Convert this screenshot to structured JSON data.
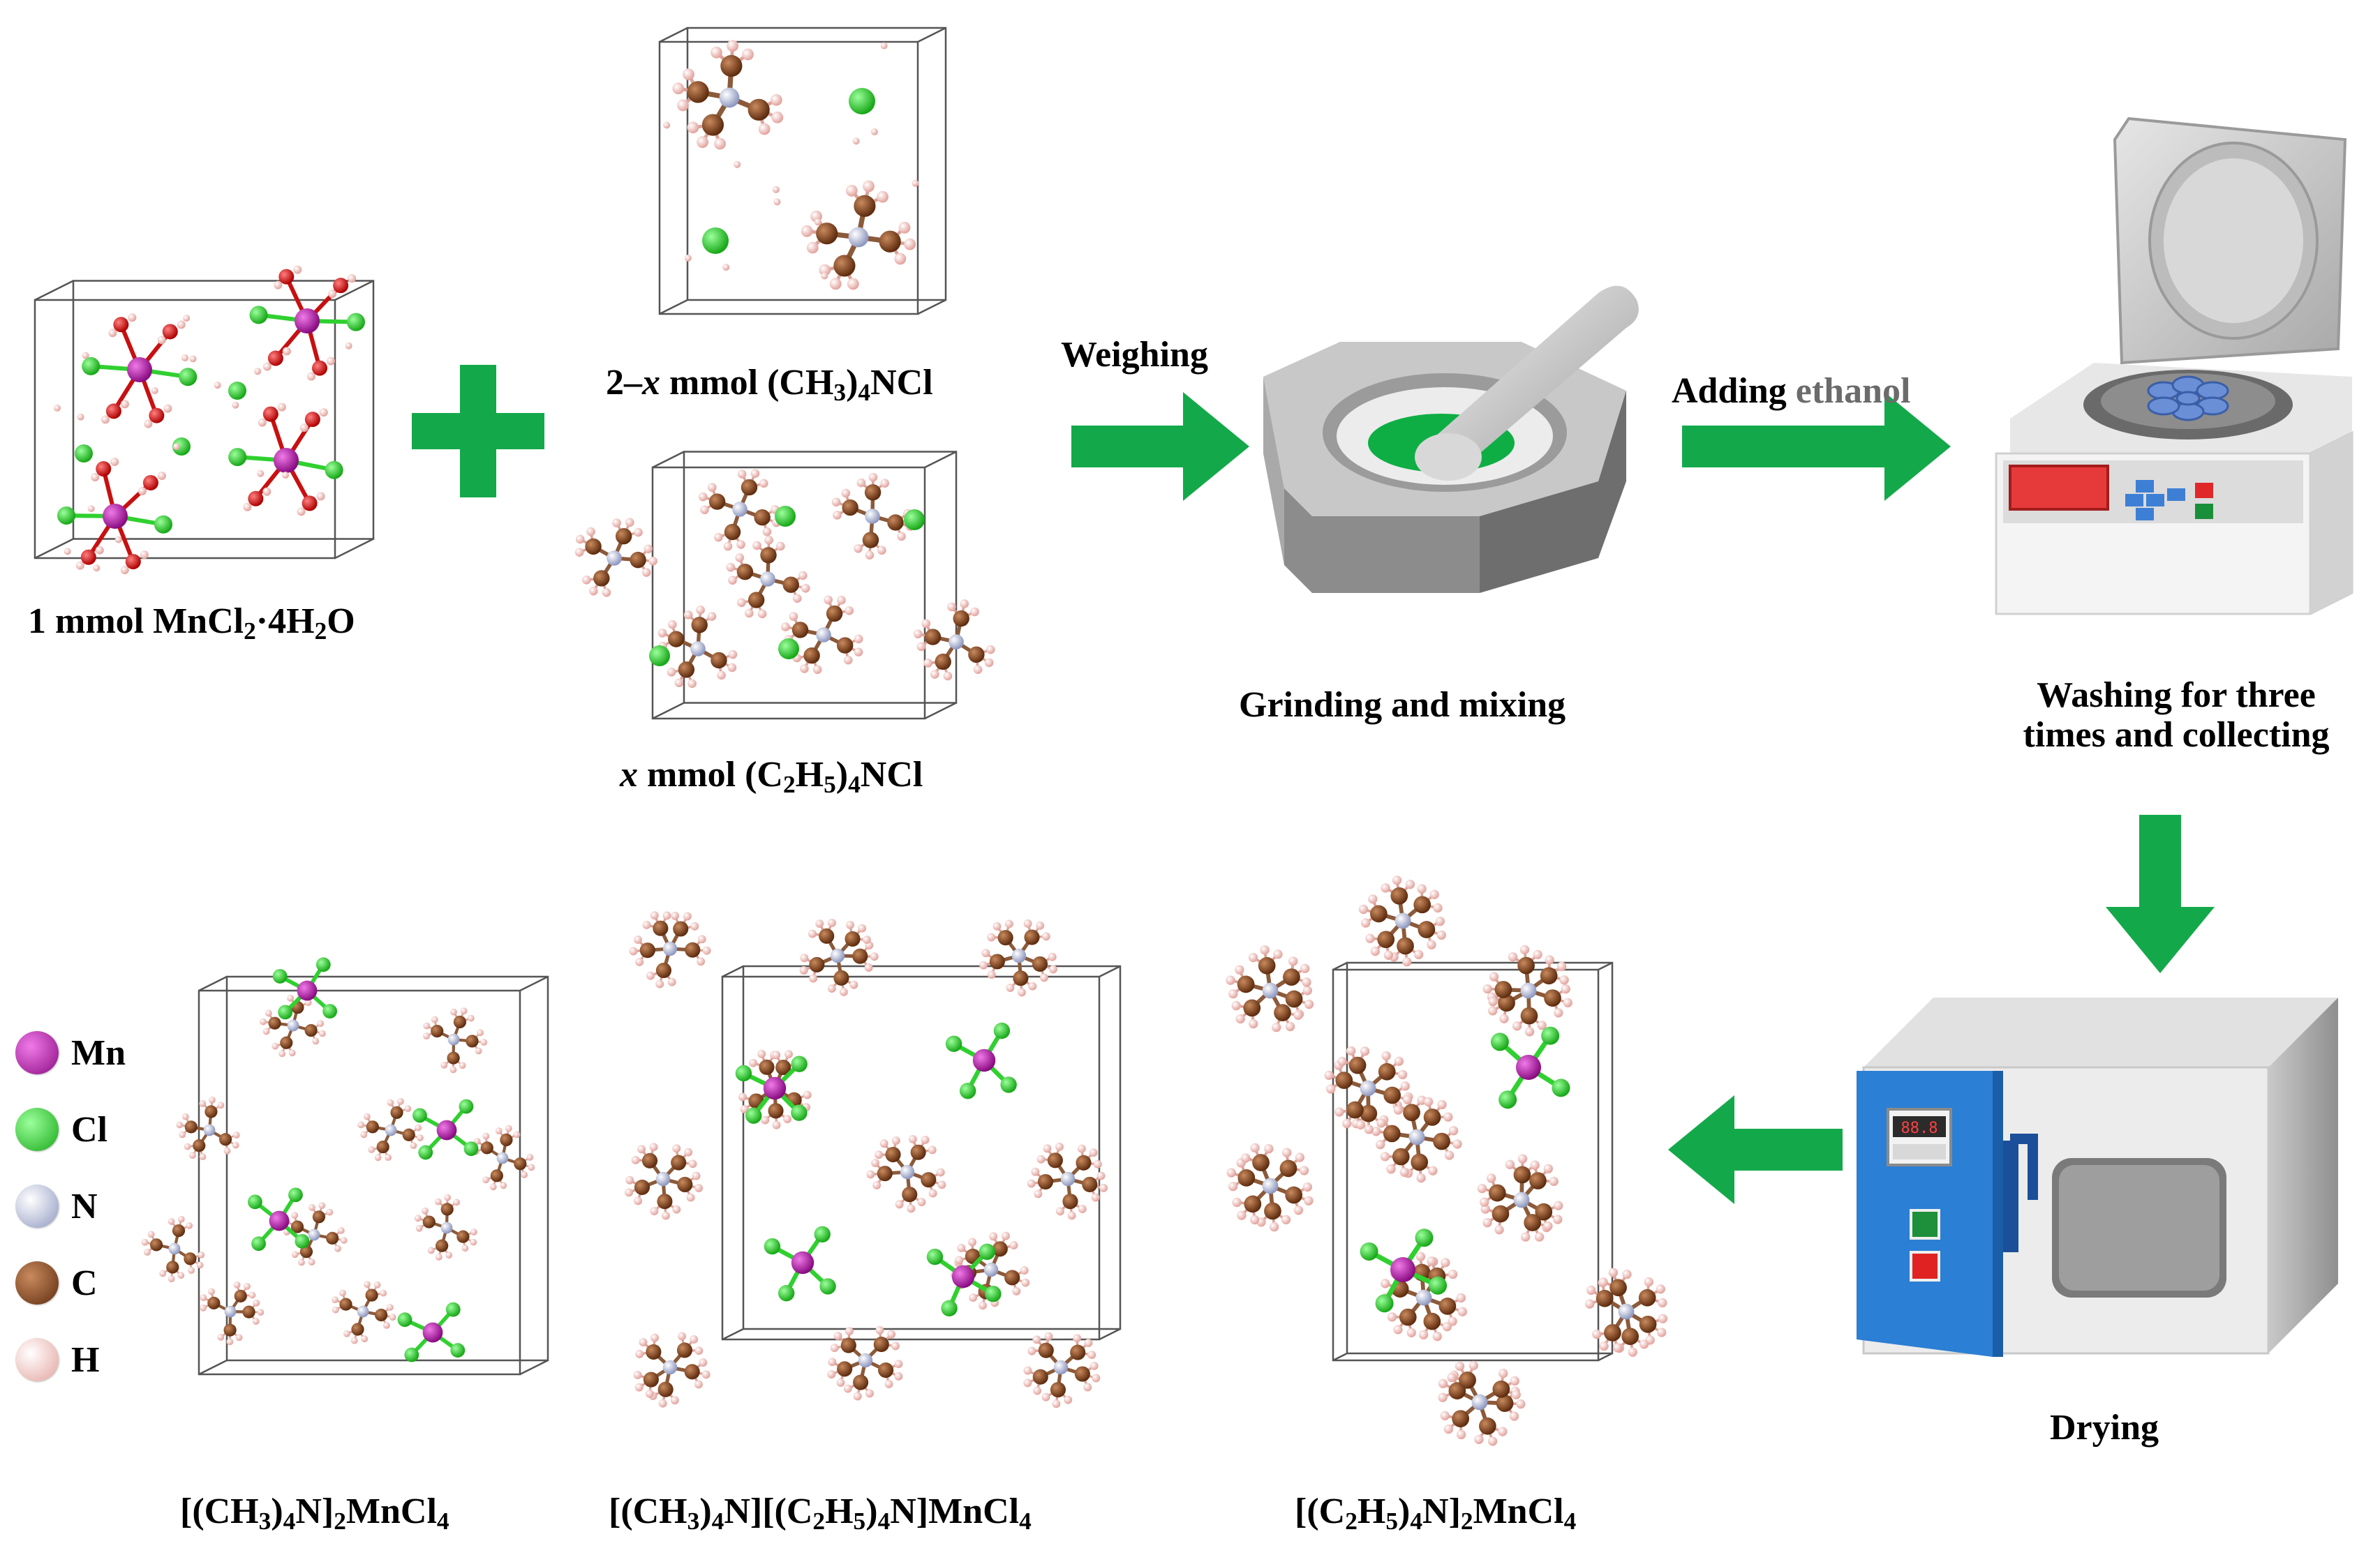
{
  "colors": {
    "arrow": "#13a94a",
    "mn": "#a3129a",
    "cl": "#2fd02f",
    "n": "#aab4d8",
    "c": "#8b4a22",
    "h": "#f2c2bd",
    "o": "#e01818",
    "oven_panel": "#2b7fd4",
    "display_red": "#e63a3a"
  },
  "reactants": {
    "mncl2": [
      "1 mmol MnCl",
      "2",
      "·4H",
      "2",
      "O"
    ],
    "tma": [
      "2–",
      "x",
      " mmol (CH",
      "3",
      ")",
      "4",
      "NCl"
    ],
    "tea": [
      "x",
      " mmol (C",
      "2",
      "H",
      "5",
      ")",
      "4",
      "NCl"
    ]
  },
  "steps": {
    "weighing": "Weighing",
    "adding": "Adding",
    "ethanol": "ethanol",
    "grinding": "Grinding and mixing",
    "washing_line1": "Washing for three",
    "washing_line2": "times and collecting",
    "drying": "Drying"
  },
  "legend": [
    {
      "symbol": "Mn",
      "color": "#a3129a"
    },
    {
      "symbol": "Cl",
      "color": "#2fd02f"
    },
    {
      "symbol": "N",
      "color": "#aab4d8"
    },
    {
      "symbol": "C",
      "color": "#8b4a22"
    },
    {
      "symbol": "H",
      "color": "#f2c2bd"
    }
  ],
  "products": {
    "p1": [
      "[(CH",
      "3",
      ")",
      "4",
      "N]",
      "2",
      "MnCl",
      "4"
    ],
    "p2": [
      "[(CH",
      "3",
      ")",
      "4",
      "N][(C",
      "2",
      "H",
      "5",
      ")",
      "4",
      "N]MnCl",
      "4"
    ],
    "p3": [
      "[(C",
      "2",
      "H",
      "5",
      ")",
      "4",
      "N]",
      "2",
      "MnCl",
      "4"
    ]
  },
  "oven_display": "88.8"
}
